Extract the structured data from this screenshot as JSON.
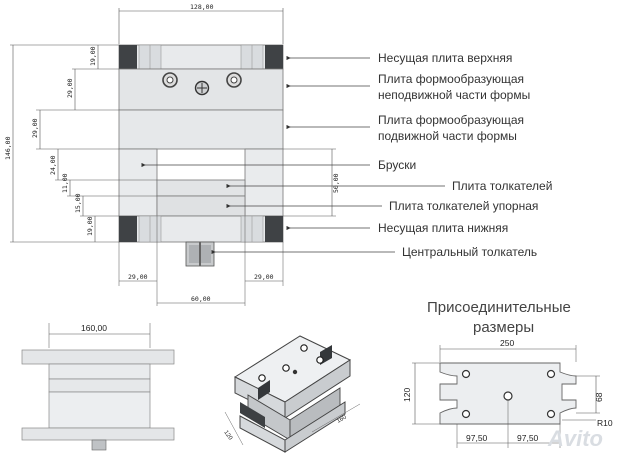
{
  "dimensions": {
    "top_width": "128,00",
    "overall_height": "146,00",
    "top_plate": "19,00",
    "fixed_plate": "29,00",
    "moving_plate": "29,00",
    "bars": "24,00",
    "ejector_plate": "11,00",
    "stop_plate": "15,00",
    "bottom_plate": "19,00",
    "bars_span": "50,00",
    "left_offset": "29,00",
    "right_offset": "29,00",
    "center_gap": "60,00"
  },
  "labels": [
    "Несущая плита верхняя",
    "Плита формообразующая",
    "неподвижной части формы",
    "Плита формообразующая",
    "подвижной части формы",
    "Бруски",
    "Плита толкателей",
    "Плита толкателей упорная",
    "Несущая плита нижняя",
    "Центральный толкатель"
  ],
  "side_view": {
    "width": "160,00"
  },
  "iso_view": {
    "dim_a": "120",
    "dim_b": "160"
  },
  "connection": {
    "title_line1": "Присоединительные",
    "title_line2": "размеры",
    "width": "250",
    "height": "120",
    "inner": "68",
    "radius": "R10",
    "offset_left": "97,50",
    "offset_right": "97,50"
  },
  "watermark": "Avito"
}
